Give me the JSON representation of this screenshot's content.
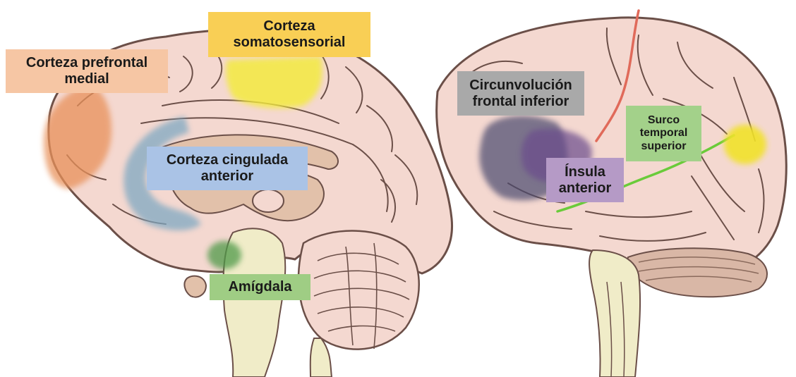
{
  "figure": {
    "regions": [
      {
        "key": "mpfc",
        "text": "Corteza prefrontal\nmedial",
        "color": "#f6c6a4"
      },
      {
        "key": "s1",
        "text": "Corteza\nsomatosensorial",
        "color": "#f9cf55"
      },
      {
        "key": "acc",
        "text": "Corteza cingulada\nanterior",
        "color": "#aac3e6"
      },
      {
        "key": "amyg",
        "text": "Amígdala",
        "color": "#9fcd84"
      },
      {
        "key": "ifg",
        "text": "Circunvolución\nfrontal inferior",
        "color": "#a9a9a9"
      },
      {
        "key": "ains",
        "text": "Ínsula\nanterior",
        "color": "#b59ac6"
      },
      {
        "key": "sts",
        "text": "Surco\ntemporal\nsuperior",
        "color": "#a3d18a"
      }
    ],
    "brain_colors": {
      "tissue": "#f4d8d0",
      "outline": "#6b4f48",
      "deep": "#e2c1aa",
      "brainstem": "#f0ecc8",
      "cerebellum": "#d9b7a6"
    },
    "highlight_colors": {
      "mpfc": "#e8915a",
      "s1": "#f3ea40",
      "acc": "#7fa9c2",
      "amyg": "#4f9a4a",
      "ifg": "#4a4a6e",
      "ains": "#6a4c8c",
      "sts_line": "#6acb3a",
      "sts_spot": "#f1e22a",
      "central_sulcus": "#e06a5a"
    }
  }
}
